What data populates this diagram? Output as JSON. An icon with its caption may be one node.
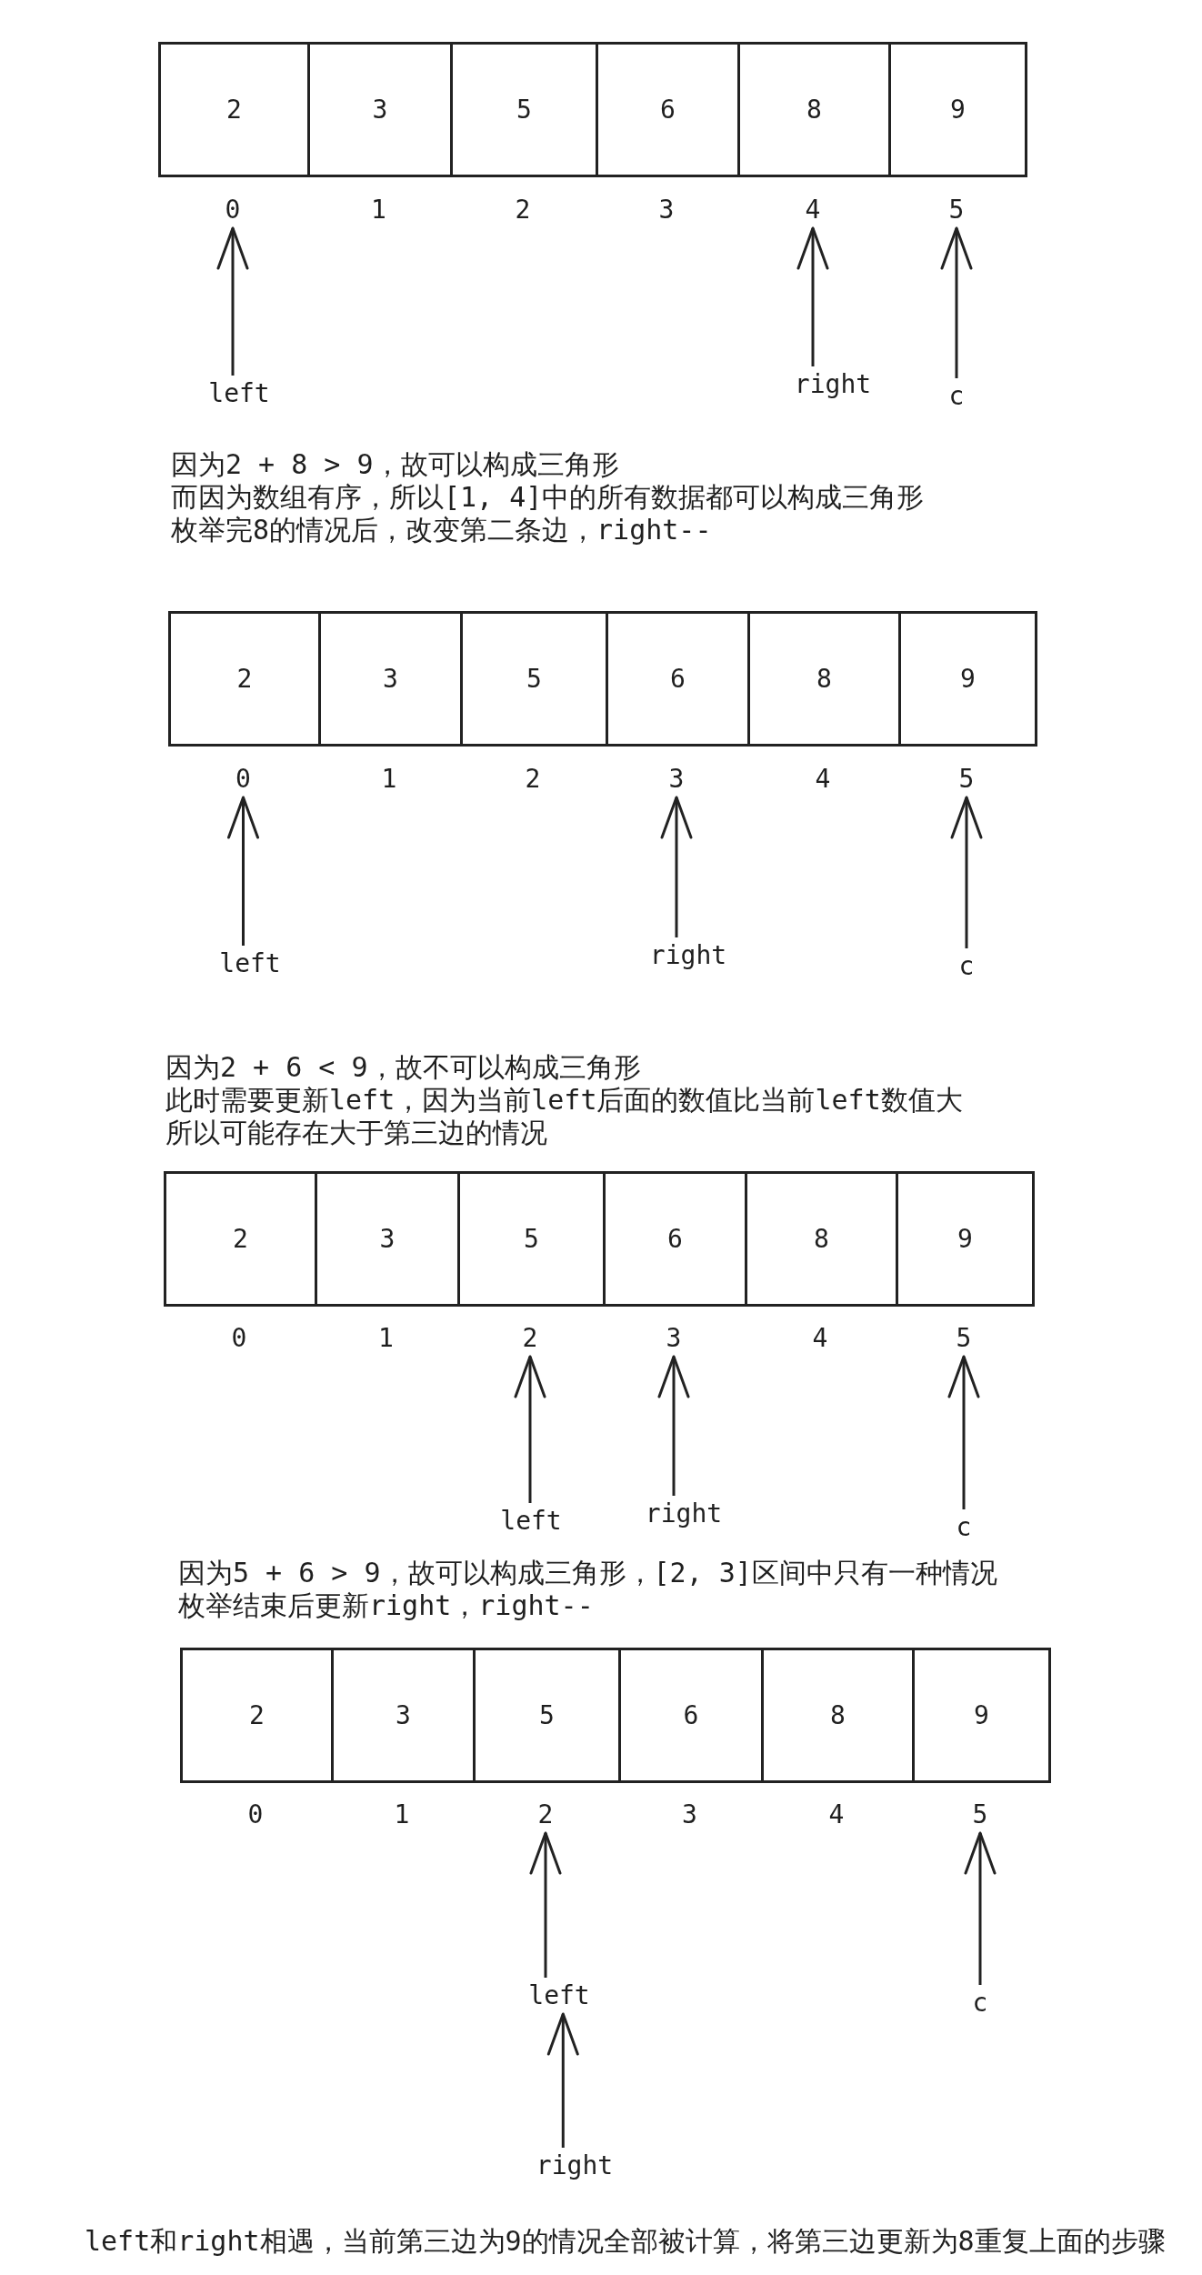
{
  "diagram": {
    "nodes": [
      {
        "text": [
          "2"
        ]
      },
      {
        "text": [
          "3"
        ]
      },
      {
        "text": [
          "5"
        ]
      },
      {
        "text": [
          "6"
        ]
      },
      {
        "text": [
          "8"
        ]
      },
      {
        "text": [
          "9"
        ]
      },
      {
        "text": [
          "0"
        ]
      },
      {
        "text": [
          "1"
        ]
      },
      {
        "text": [
          "2"
        ]
      },
      {
        "text": [
          "3"
        ]
      },
      {
        "text": [
          "4"
        ]
      },
      {
        "text": [
          "5"
        ]
      },
      {
        "text": [
          "left"
        ]
      },
      {
        "text": [
          "right"
        ]
      },
      {
        "text": [
          "c"
        ]
      },
      {
        "text": [
          "2"
        ]
      },
      {
        "text": [
          "3"
        ]
      },
      {
        "text": [
          "5"
        ]
      },
      {
        "text": [
          "6"
        ]
      },
      {
        "text": [
          "8"
        ]
      },
      {
        "text": [
          "9"
        ]
      },
      {
        "text": [
          "0"
        ]
      },
      {
        "text": [
          "1"
        ]
      },
      {
        "text": [
          "2"
        ]
      },
      {
        "text": [
          "3"
        ]
      },
      {
        "text": [
          "4"
        ]
      },
      {
        "text": [
          "5"
        ]
      },
      {
        "text": [
          "left"
        ]
      },
      {
        "text": [
          "right"
        ]
      },
      {
        "text": [
          "c"
        ]
      },
      {
        "text": [
          "2"
        ]
      },
      {
        "text": [
          "3"
        ]
      },
      {
        "text": [
          "5"
        ]
      },
      {
        "text": [
          "6"
        ]
      },
      {
        "text": [
          "8"
        ]
      },
      {
        "text": [
          "9"
        ]
      },
      {
        "text": [
          "0"
        ]
      },
      {
        "text": [
          "1"
        ]
      },
      {
        "text": [
          "2"
        ]
      },
      {
        "text": [
          "3"
        ]
      },
      {
        "text": [
          "4"
        ]
      },
      {
        "text": [
          "5"
        ]
      },
      {
        "text": [
          "left"
        ]
      },
      {
        "text": [
          "right"
        ]
      },
      {
        "text": [
          "c"
        ]
      },
      {
        "text": [
          "2"
        ]
      },
      {
        "text": [
          "3"
        ]
      },
      {
        "text": [
          "5"
        ]
      },
      {
        "text": [
          "6"
        ]
      },
      {
        "text": [
          "8"
        ]
      },
      {
        "text": [
          "9"
        ]
      },
      {
        "text": [
          "0"
        ]
      },
      {
        "text": [
          "1"
        ]
      },
      {
        "text": [
          "2"
        ]
      },
      {
        "text": [
          "3"
        ]
      },
      {
        "text": [
          "4"
        ]
      },
      {
        "text": [
          "5"
        ]
      },
      {
        "text": [
          "left"
        ]
      },
      {
        "text": [
          "c"
        ]
      },
      {
        "text": [
          "right"
        ]
      }
    ],
    "edges": [
      {
        "from": 12,
        "to": 6,
        "arrow": "to"
      },
      {
        "from": 13,
        "to": 10,
        "arrow": "to"
      },
      {
        "from": 14,
        "to": 11,
        "arrow": "to"
      },
      {
        "from": 27,
        "to": 21,
        "arrow": "to"
      },
      {
        "from": 28,
        "to": 24,
        "arrow": "to"
      },
      {
        "from": 29,
        "to": 26,
        "arrow": "to"
      },
      {
        "from": 42,
        "to": 38,
        "arrow": "to"
      },
      {
        "from": 43,
        "to": 39,
        "arrow": "to"
      },
      {
        "from": 44,
        "to": 41,
        "arrow": "to"
      },
      {
        "from": 57,
        "to": 53,
        "arrow": "to"
      },
      {
        "from": 58,
        "to": 56,
        "arrow": "to"
      },
      {
        "from": 59,
        "to": 57,
        "arrow": "to"
      }
    ],
    "labels": [
      "因为2 + 8 > 9，故可以构成三角形",
      "而因为数组有序，所以[1, 4]中的所有数据都可以构成三角形",
      "枚举完8的情况后，改变第二条边，right--",
      "因为2 + 6 < 9，故不可以构成三角形",
      "此时需要更新left，因为当前left后面的数值比当前left数值大",
      "所以可能存在大于第三边的情况",
      "因为5 + 6 > 9，故可以构成三角形，[2, 3]区间中只有一种情况",
      "枚举结束后更新right，right--",
      "left和right相遇，当前第三边为9的情况全部被计算，将第三边更新为8重复上面的步骤"
    ]
  }
}
